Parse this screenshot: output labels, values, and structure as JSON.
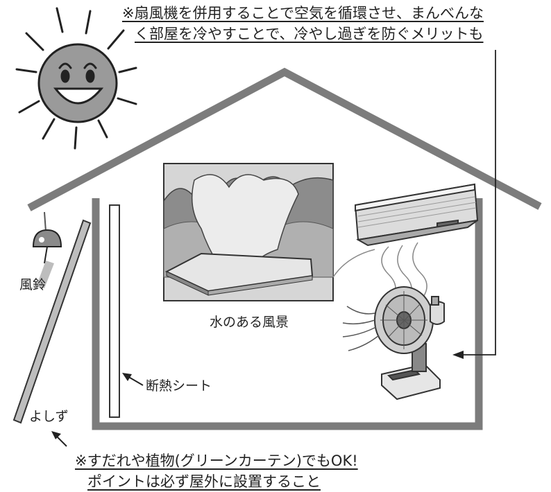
{
  "notes": {
    "top_line1": "※扇風機を併用することで空気を循環させ、まんべんな",
    "top_line2": "く部屋を冷やすことで、冷やし過ぎを防ぐメリットも",
    "bottom_line1": "※すだれや植物(グリーンカーテン)でもOK!",
    "bottom_line2": "ポイントは必ず屋外に設置すること"
  },
  "labels": {
    "wind_chime": "風鈴",
    "picture": "水のある風景",
    "insulation_sheet": "断熱シート",
    "yoshizu": "よしず"
  },
  "icons": [
    "sun-icon",
    "house-outline",
    "wind-chime-icon",
    "air-conditioner-icon",
    "electric-fan-icon",
    "landscape-picture",
    "insulation-sheet",
    "yoshizu-screen",
    "pointer-arrow"
  ],
  "colors": {
    "house": "#7c7c7c",
    "ink": "#222222",
    "panel": "#bdbdbd"
  }
}
